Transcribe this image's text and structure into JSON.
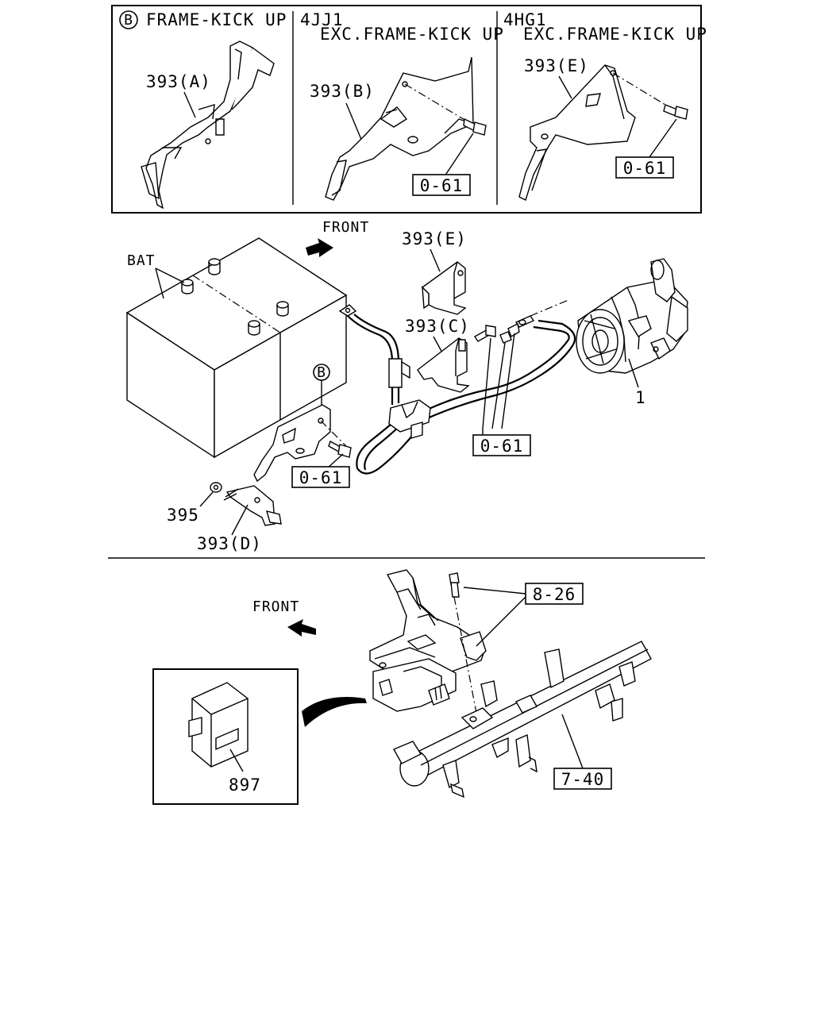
{
  "inset_panels": {
    "panel_b": {
      "marker": "B",
      "title": "FRAME-KICK UP",
      "part_label": "393(A)"
    },
    "panel_4jj1": {
      "engine": "4JJ1",
      "condition": "EXC.FRAME-KICK UP",
      "part_label": "393(B)",
      "ref_box": "0-61"
    },
    "panel_4hg1": {
      "engine": "4HG1",
      "condition": "EXC.FRAME-KICK UP",
      "part_label": "393(E)",
      "ref_box": "0-61"
    }
  },
  "battery_section": {
    "front_label": "FRONT",
    "battery_label": "BAT",
    "detail_marker": "B",
    "labels": {
      "bracket_e": "393(E)",
      "bracket_c": "393(C)",
      "bracket_d": "393(D)",
      "nut": "395",
      "starter": "1"
    },
    "ref_box_bracket": "0-61",
    "ref_box_bolts": "0-61"
  },
  "controller_section": {
    "front_label": "FRONT",
    "ref_box_bolts": "8-26",
    "ref_box_frame": "7-40",
    "module_label": "897"
  }
}
